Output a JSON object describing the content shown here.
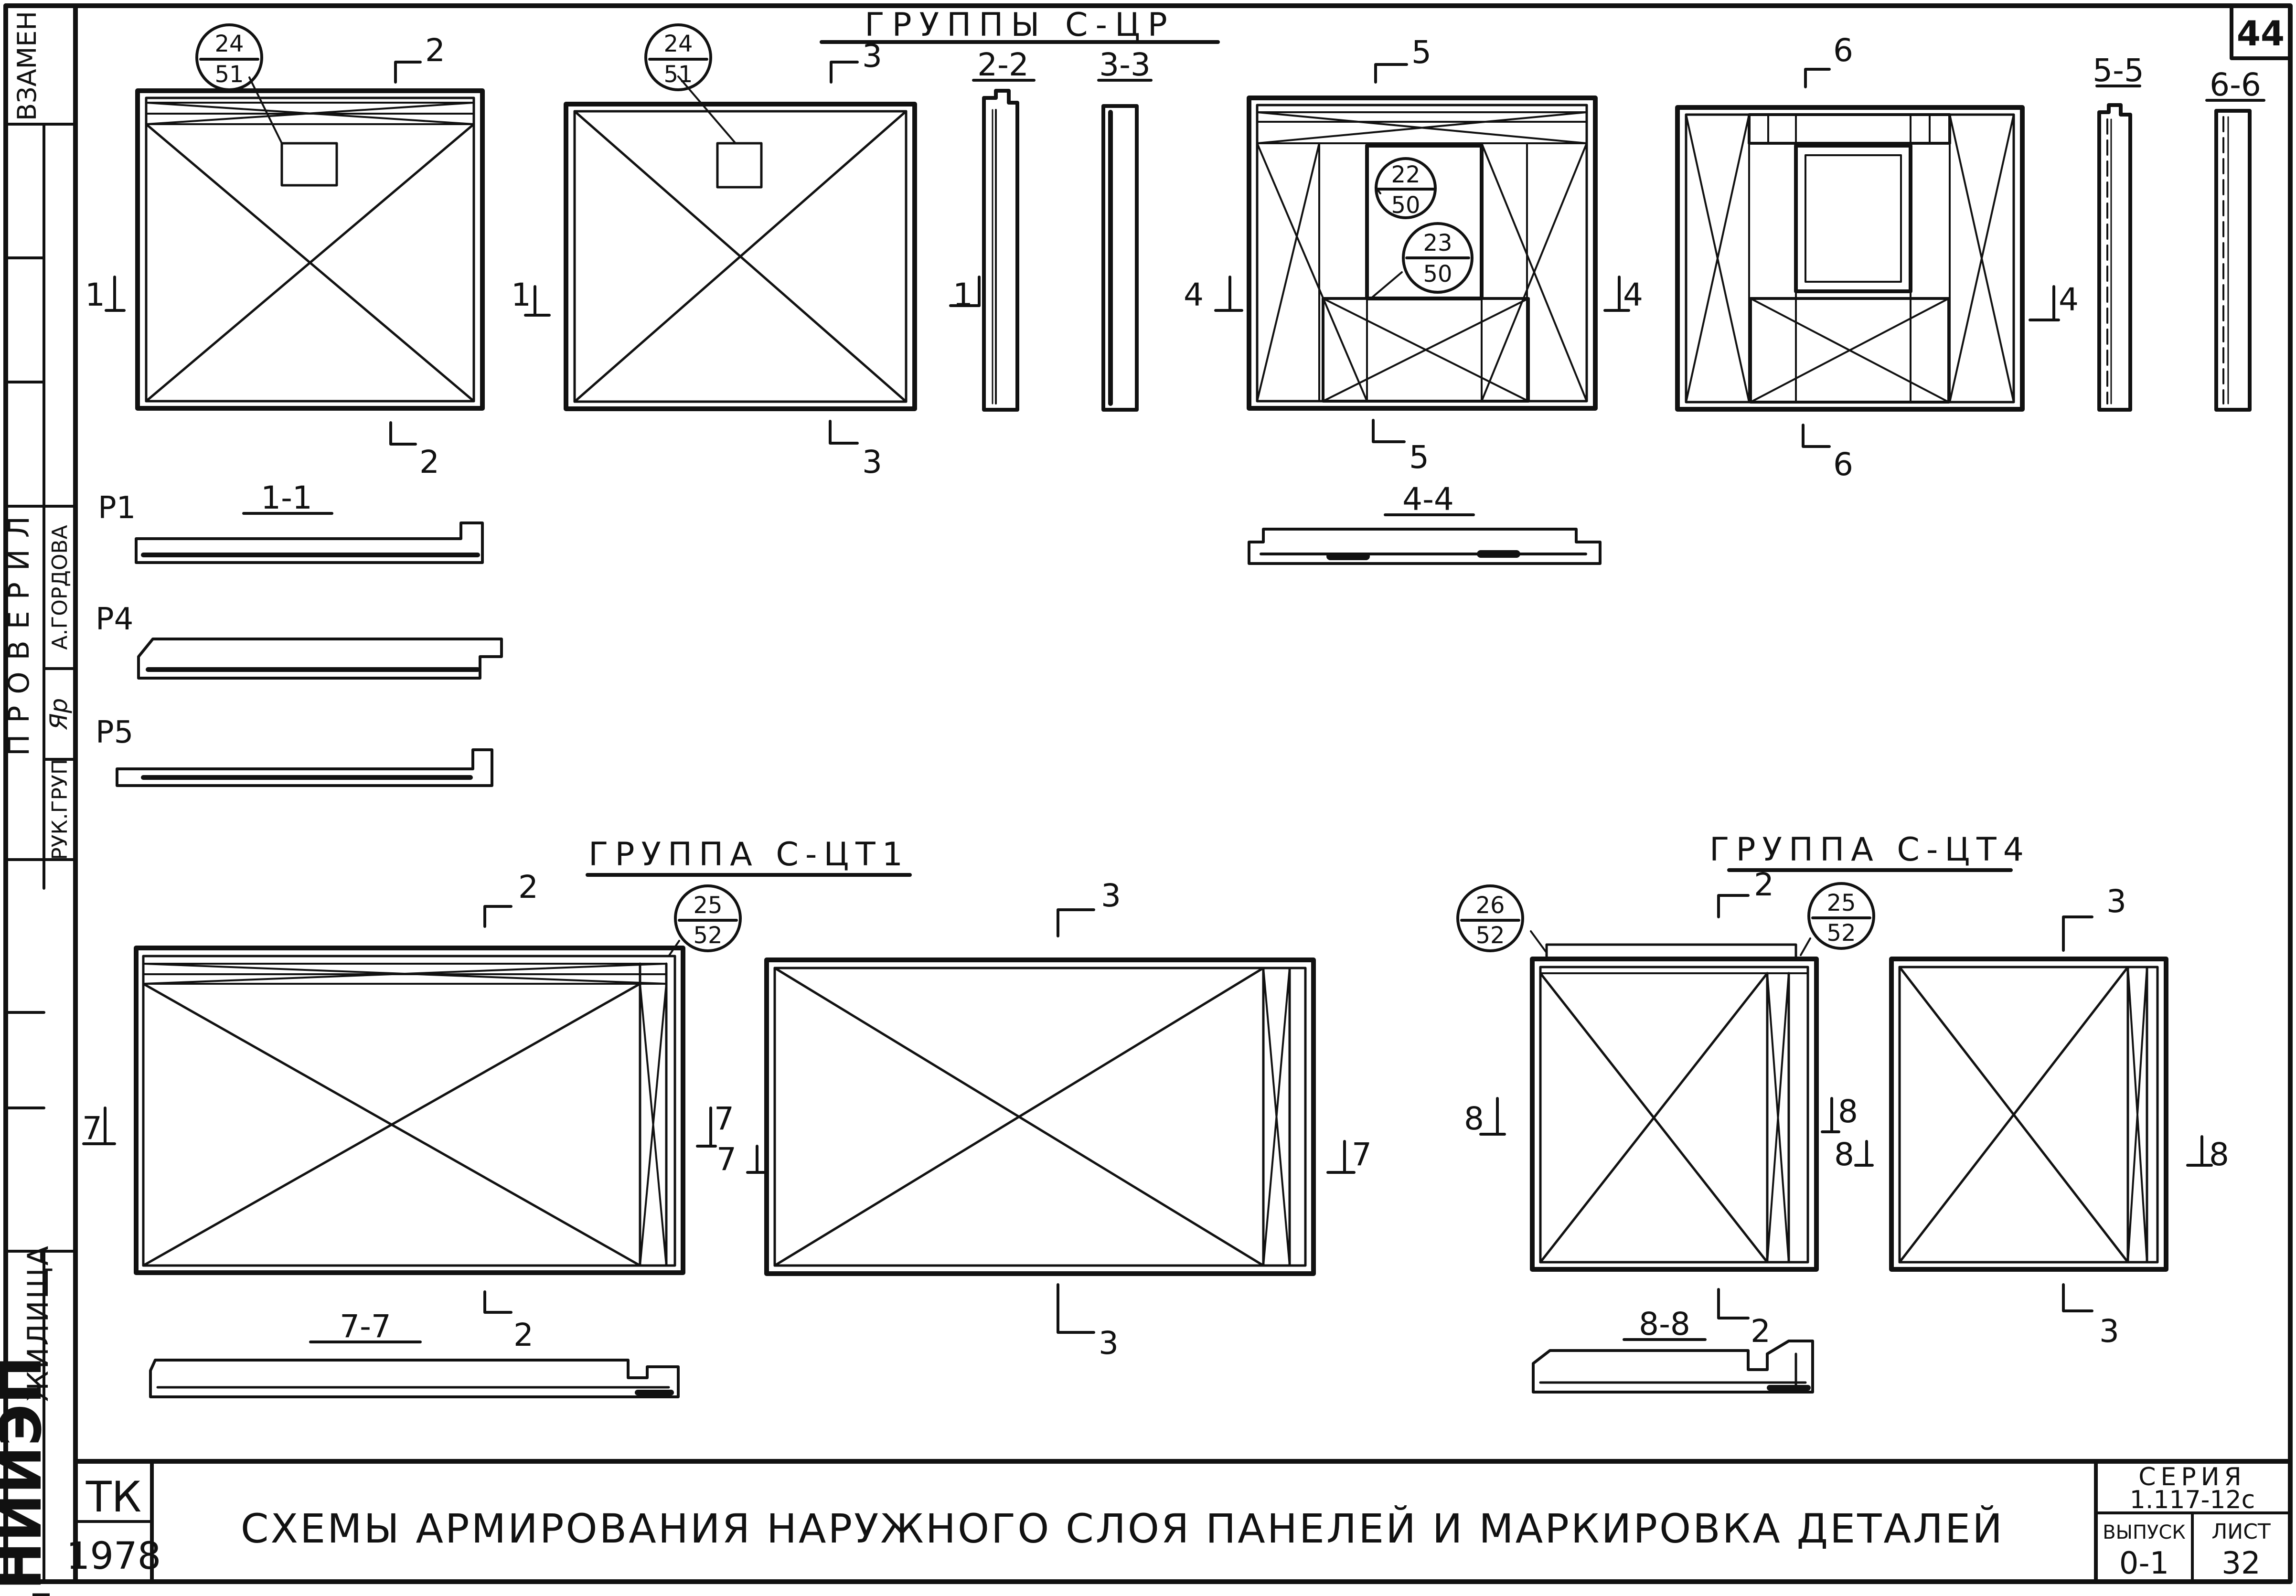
{
  "sheet_number": "44",
  "left_strip": {
    "vzamen": "ВЗАМЕН",
    "proveril": "ПРОВЕРИЛ",
    "ruk_grup": "РУК.ГРУП",
    "author": "А.ГОРДОВА",
    "signature": "Яр",
    "zhilishcha": "ЖИЛИЩА",
    "institute": "ЦНИИЭП"
  },
  "group_c_cr": {
    "title": "ГРУППЫ С-ЦР",
    "callout_a": {
      "top": "24",
      "bottom": "51"
    },
    "callout_b": {
      "top": "24",
      "bottom": "51"
    },
    "callout_c": {
      "top": "22",
      "bottom": "50"
    },
    "callout_d": {
      "top": "23",
      "bottom": "50"
    }
  },
  "group_c_ct1": {
    "title": "ГРУППА С-ЦТ1",
    "callout": {
      "top": "25",
      "bottom": "52"
    }
  },
  "group_c_ct4": {
    "title": "ГРУППА С-ЦТ4",
    "callout_a": {
      "top": "26",
      "bottom": "52"
    },
    "callout_b": {
      "top": "25",
      "bottom": "52"
    }
  },
  "section_titles": {
    "s11": "1-1",
    "s22": "2-2",
    "s33": "3-3",
    "s44": "4-4",
    "s55": "5-5",
    "s66": "6-6",
    "s77": "7-7",
    "s88": "8-8"
  },
  "profiles": {
    "p1": "P1",
    "p4": "P4",
    "p5": "P5"
  },
  "marks": {
    "m1": "1",
    "m2": "2",
    "m3": "3",
    "m4": "4",
    "m5": "5",
    "m6": "6",
    "m7": "7",
    "m8": "8"
  },
  "title_block": {
    "tk": "ТК",
    "year": "1978",
    "main_title": "СХЕМЫ АРМИРОВАНИЯ НАРУЖНОГО СЛОЯ ПАНЕЛЕЙ И МАРКИРОВКА ДЕТАЛЕЙ",
    "seria_label": "СЕРИЯ",
    "seria_value": "1.117-12с",
    "vypusk_label": "ВЫПУСК",
    "vypusk_value": "0-1",
    "list_label": "ЛИСТ",
    "list_value": "32"
  }
}
